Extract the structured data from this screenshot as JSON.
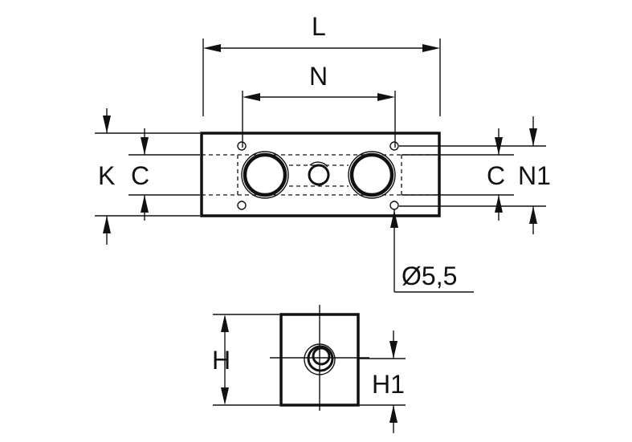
{
  "labels": {
    "L": "L",
    "N": "N",
    "K": "K",
    "C_left": "C",
    "C_right": "C",
    "N1": "N1",
    "diameter": "Ø5,5",
    "H": "H",
    "H1": "H1"
  },
  "colors": {
    "line": "#111111",
    "background": "#ffffff"
  }
}
